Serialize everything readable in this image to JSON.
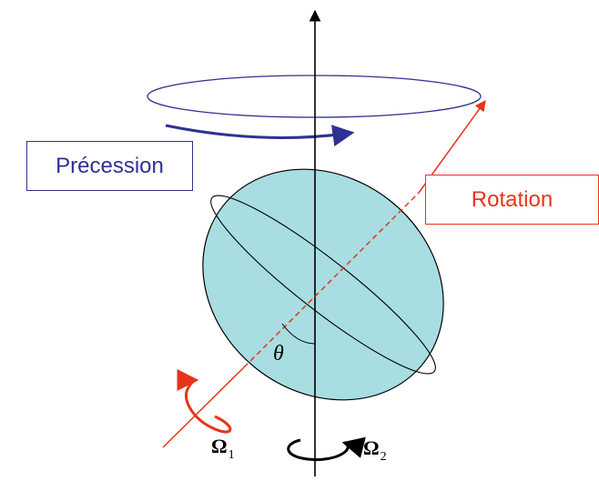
{
  "labels": {
    "precession": "Précession",
    "rotation": "Rotation",
    "theta": "θ",
    "omega_1": "Ω",
    "omega_1_sub": "1",
    "omega_2": "Ω",
    "omega_2_sub": "2"
  },
  "colors": {
    "precession": "#2e3192",
    "rotation": "#e8341c",
    "body_fill": "#a8dde1",
    "axis": "#000000"
  }
}
